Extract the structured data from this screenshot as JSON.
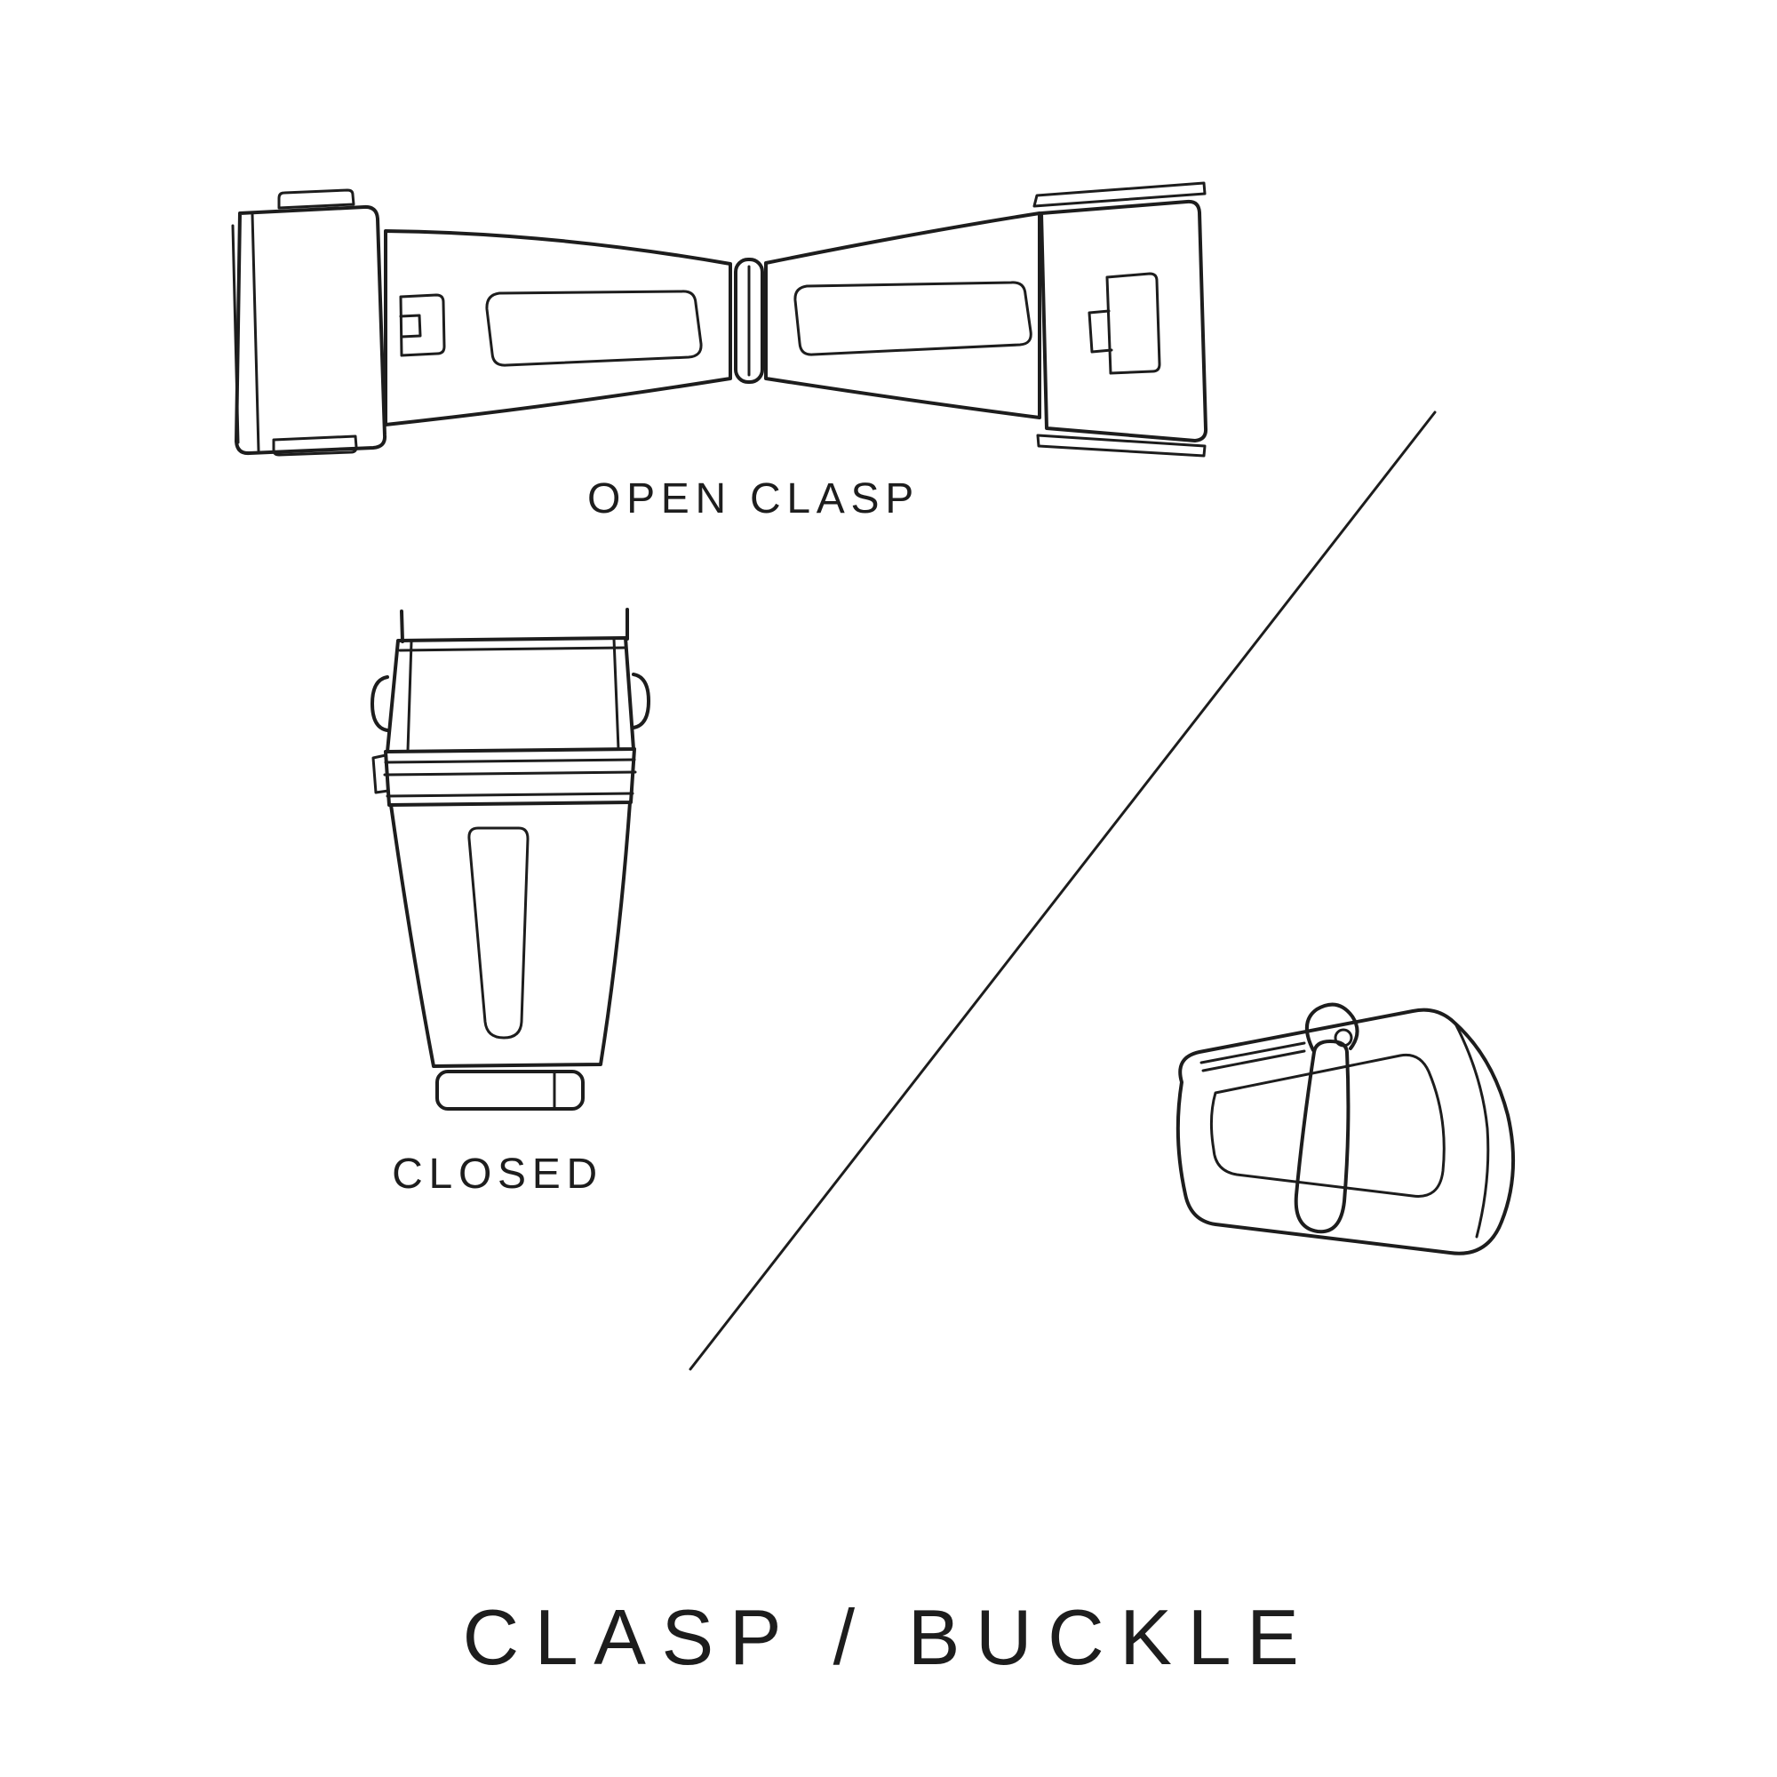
{
  "colors": {
    "background": "#ffffff",
    "ink": "#1d1d1d"
  },
  "labels": {
    "open_clasp": "OPEN CLASP",
    "closed": "CLOSED"
  },
  "title": "CLASP / BUCKLE",
  "figures": {
    "open_clasp": "open-clasp-illustration",
    "closed_clasp": "closed-clasp-illustration",
    "buckle": "buckle-illustration",
    "divider": "diagonal-divider-line"
  }
}
